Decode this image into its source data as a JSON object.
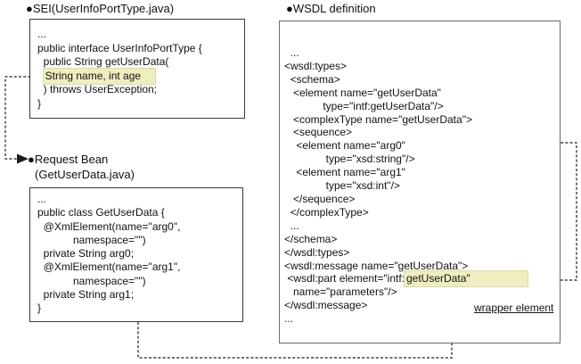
{
  "colors": {
    "highlight": "#efeec1",
    "highlight_border": "#ddd9a3",
    "box_border_dark": "#3a3a3a",
    "box_border_gray": "#6b6b6b",
    "connector": "#1a1a1a"
  },
  "sei": {
    "title": "●SEI(UserInfoPortType.java)",
    "lines": [
      "...",
      "public interface UserInfoPortType {",
      "  public String getUserData(",
      {
        "pre": "  ",
        "hl": "String name, int age",
        "hl_pad": 16
      },
      "  ) throws UserException;",
      "}"
    ]
  },
  "request_bean": {
    "title": "●Request Bean",
    "subtitle": "(GetUserData.java)",
    "lines": [
      "...",
      "public class GetUserData {",
      "  @XmlElement(name=\"arg0\",",
      "            namespace=\"\")",
      "  private String arg0;",
      "  @XmlElement(name=\"arg1\",",
      "            namespace=\"\")",
      "  private String arg1;",
      "}"
    ]
  },
  "wsdl": {
    "title": "●WSDL definition",
    "lines": [
      "  ...",
      "<wsdl:types>",
      "  <schema>",
      "   <element name=\"getUserData\"",
      "             type=\"intf:getUserData\"/>",
      "   <complexType name=\"getUserData\">",
      "   <sequence>",
      "    <element name=\"arg0\"",
      "              type=\"xsd:string\"/>",
      "    <element name=\"arg1\"",
      "              type=\"xsd:int\"/>",
      "   </sequence>",
      "  </complexType>",
      "  ...",
      "</schema>",
      "</wsdl:types>",
      "<wsdl:message name=\"getUserData\">",
      {
        "pre": " <wsdl:part element=\"intf:",
        "hl": "getUserData\"",
        "hl_pad": 64
      },
      "   name=\"parameters\"/>",
      "</wsdl:message>",
      "..."
    ],
    "wrapper_label": "wrapper element"
  }
}
